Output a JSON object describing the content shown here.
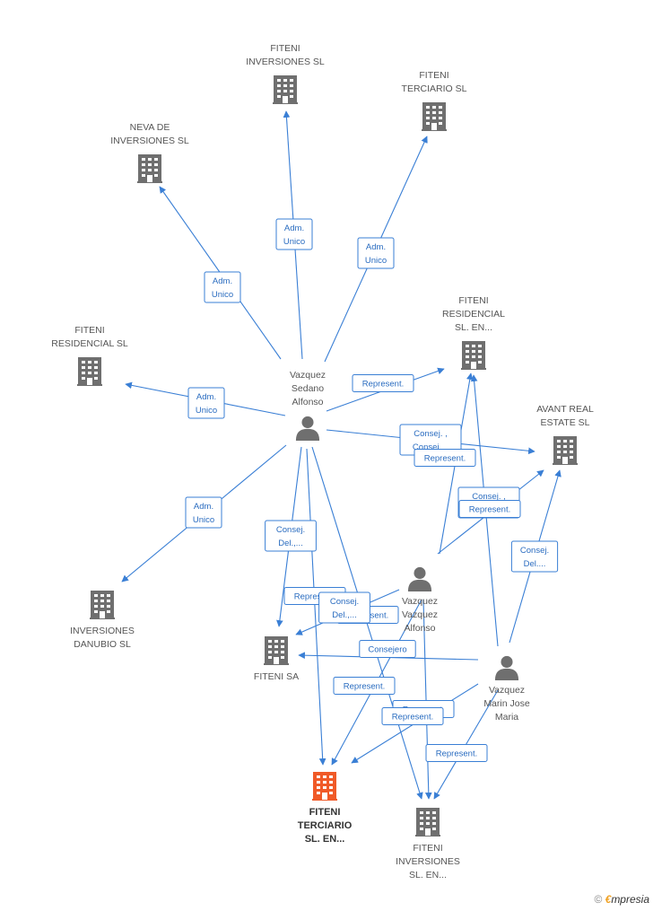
{
  "companies": [
    {
      "id": "fiteni_inversiones_sl",
      "label": [
        "FITENI",
        "INVERSIONES SL"
      ]
    },
    {
      "id": "fiteni_terciario_sl",
      "label": [
        "FITENI",
        "TERCIARIO  SL"
      ]
    },
    {
      "id": "neva",
      "label": [
        "NEVA DE",
        "INVERSIONES SL"
      ]
    },
    {
      "id": "fiteni_residencial_en",
      "label": [
        "FITENI",
        "RESIDENCIAL",
        "SL.   EN..."
      ]
    },
    {
      "id": "fiteni_residencial_sl",
      "label": [
        "FITENI",
        "RESIDENCIAL  SL"
      ]
    },
    {
      "id": "avant",
      "label": [
        "AVANT REAL",
        "ESTATE  SL"
      ]
    },
    {
      "id": "danubio",
      "label": [
        "INVERSIONES",
        "DANUBIO SL"
      ]
    },
    {
      "id": "fiteni_sa",
      "label": [
        "FITENI SA"
      ]
    },
    {
      "id": "fiteni_terciario_en",
      "label": [
        "FITENI",
        "TERCIARIO",
        "SL.   EN..."
      ],
      "focus": true
    },
    {
      "id": "fiteni_inversiones_en",
      "label": [
        "FITENI",
        "INVERSIONES",
        "SL.   EN..."
      ]
    }
  ],
  "persons": [
    {
      "id": "sedano",
      "label": [
        "Vazquez",
        "Sedano",
        "Alfonso"
      ]
    },
    {
      "id": "vazquez_alfonso",
      "label": [
        "Vazquez",
        "Vazquez",
        "Alfonso"
      ]
    },
    {
      "id": "marin",
      "label": [
        "Vazquez",
        "Marin Jose",
        "Maria"
      ]
    }
  ],
  "edges": [
    {
      "from": "sedano",
      "to": "fiteni_inversiones_sl",
      "label": [
        "Adm.",
        "Unico"
      ]
    },
    {
      "from": "sedano",
      "to": "fiteni_terciario_sl",
      "label": [
        "Adm.",
        "Unico"
      ]
    },
    {
      "from": "sedano",
      "to": "neva",
      "label": [
        "Adm.",
        "Unico"
      ]
    },
    {
      "from": "sedano",
      "to": "fiteni_residencial_sl",
      "label": [
        "Adm.",
        "Unico"
      ]
    },
    {
      "from": "sedano",
      "to": "danubio",
      "label": [
        "Adm.",
        "Unico"
      ]
    },
    {
      "from": "sedano",
      "to": "fiteni_residencial_en",
      "label": [
        "Represent."
      ]
    },
    {
      "from": "sedano",
      "to": "avant",
      "label": [
        "Consej. ,",
        "Consej...."
      ]
    },
    {
      "from": "sedano",
      "to": "fiteni_sa",
      "label": [
        "Consej.",
        "Del.,..."
      ]
    },
    {
      "from": "sedano",
      "to": "fiteni_terciario_en",
      "label": [
        "Represent."
      ]
    },
    {
      "from": "sedano",
      "to": "fiteni_inversiones_en",
      "label": [
        "Represent."
      ]
    },
    {
      "from": "vazquez_alfonso",
      "to": "fiteni_residencial_en",
      "label": [
        "Represent."
      ]
    },
    {
      "from": "vazquez_alfonso",
      "to": "avant",
      "label": [
        "Consej. ,",
        "Consej...."
      ]
    },
    {
      "from": "vazquez_alfonso",
      "to": "fiteni_sa",
      "label": [
        "Consej.",
        "Del.,..."
      ]
    },
    {
      "from": "vazquez_alfonso",
      "to": "fiteni_terciario_en",
      "label": [
        "Represent."
      ]
    },
    {
      "from": "vazquez_alfonso",
      "to": "fiteni_inversiones_en",
      "label": [
        "Represent."
      ]
    },
    {
      "from": "marin",
      "to": "fiteni_residencial_en",
      "label": [
        "Represent."
      ]
    },
    {
      "from": "marin",
      "to": "avant",
      "label": [
        "Consej.",
        "Del...."
      ]
    },
    {
      "from": "marin",
      "to": "fiteni_sa",
      "label": [
        "Consejero"
      ]
    },
    {
      "from": "marin",
      "to": "fiteni_terciario_en",
      "label": [
        "Represent."
      ]
    },
    {
      "from": "marin",
      "to": "fiteni_inversiones_en",
      "label": [
        "Represent."
      ]
    }
  ],
  "colors": {
    "edge": "#3a7fd5",
    "building": "#6f6f6f",
    "focus_building": "#f05a28",
    "person": "#6f6f6f"
  },
  "watermark": {
    "copyright": "©",
    "brand_initial": "€",
    "brand_rest": "mpresia"
  }
}
